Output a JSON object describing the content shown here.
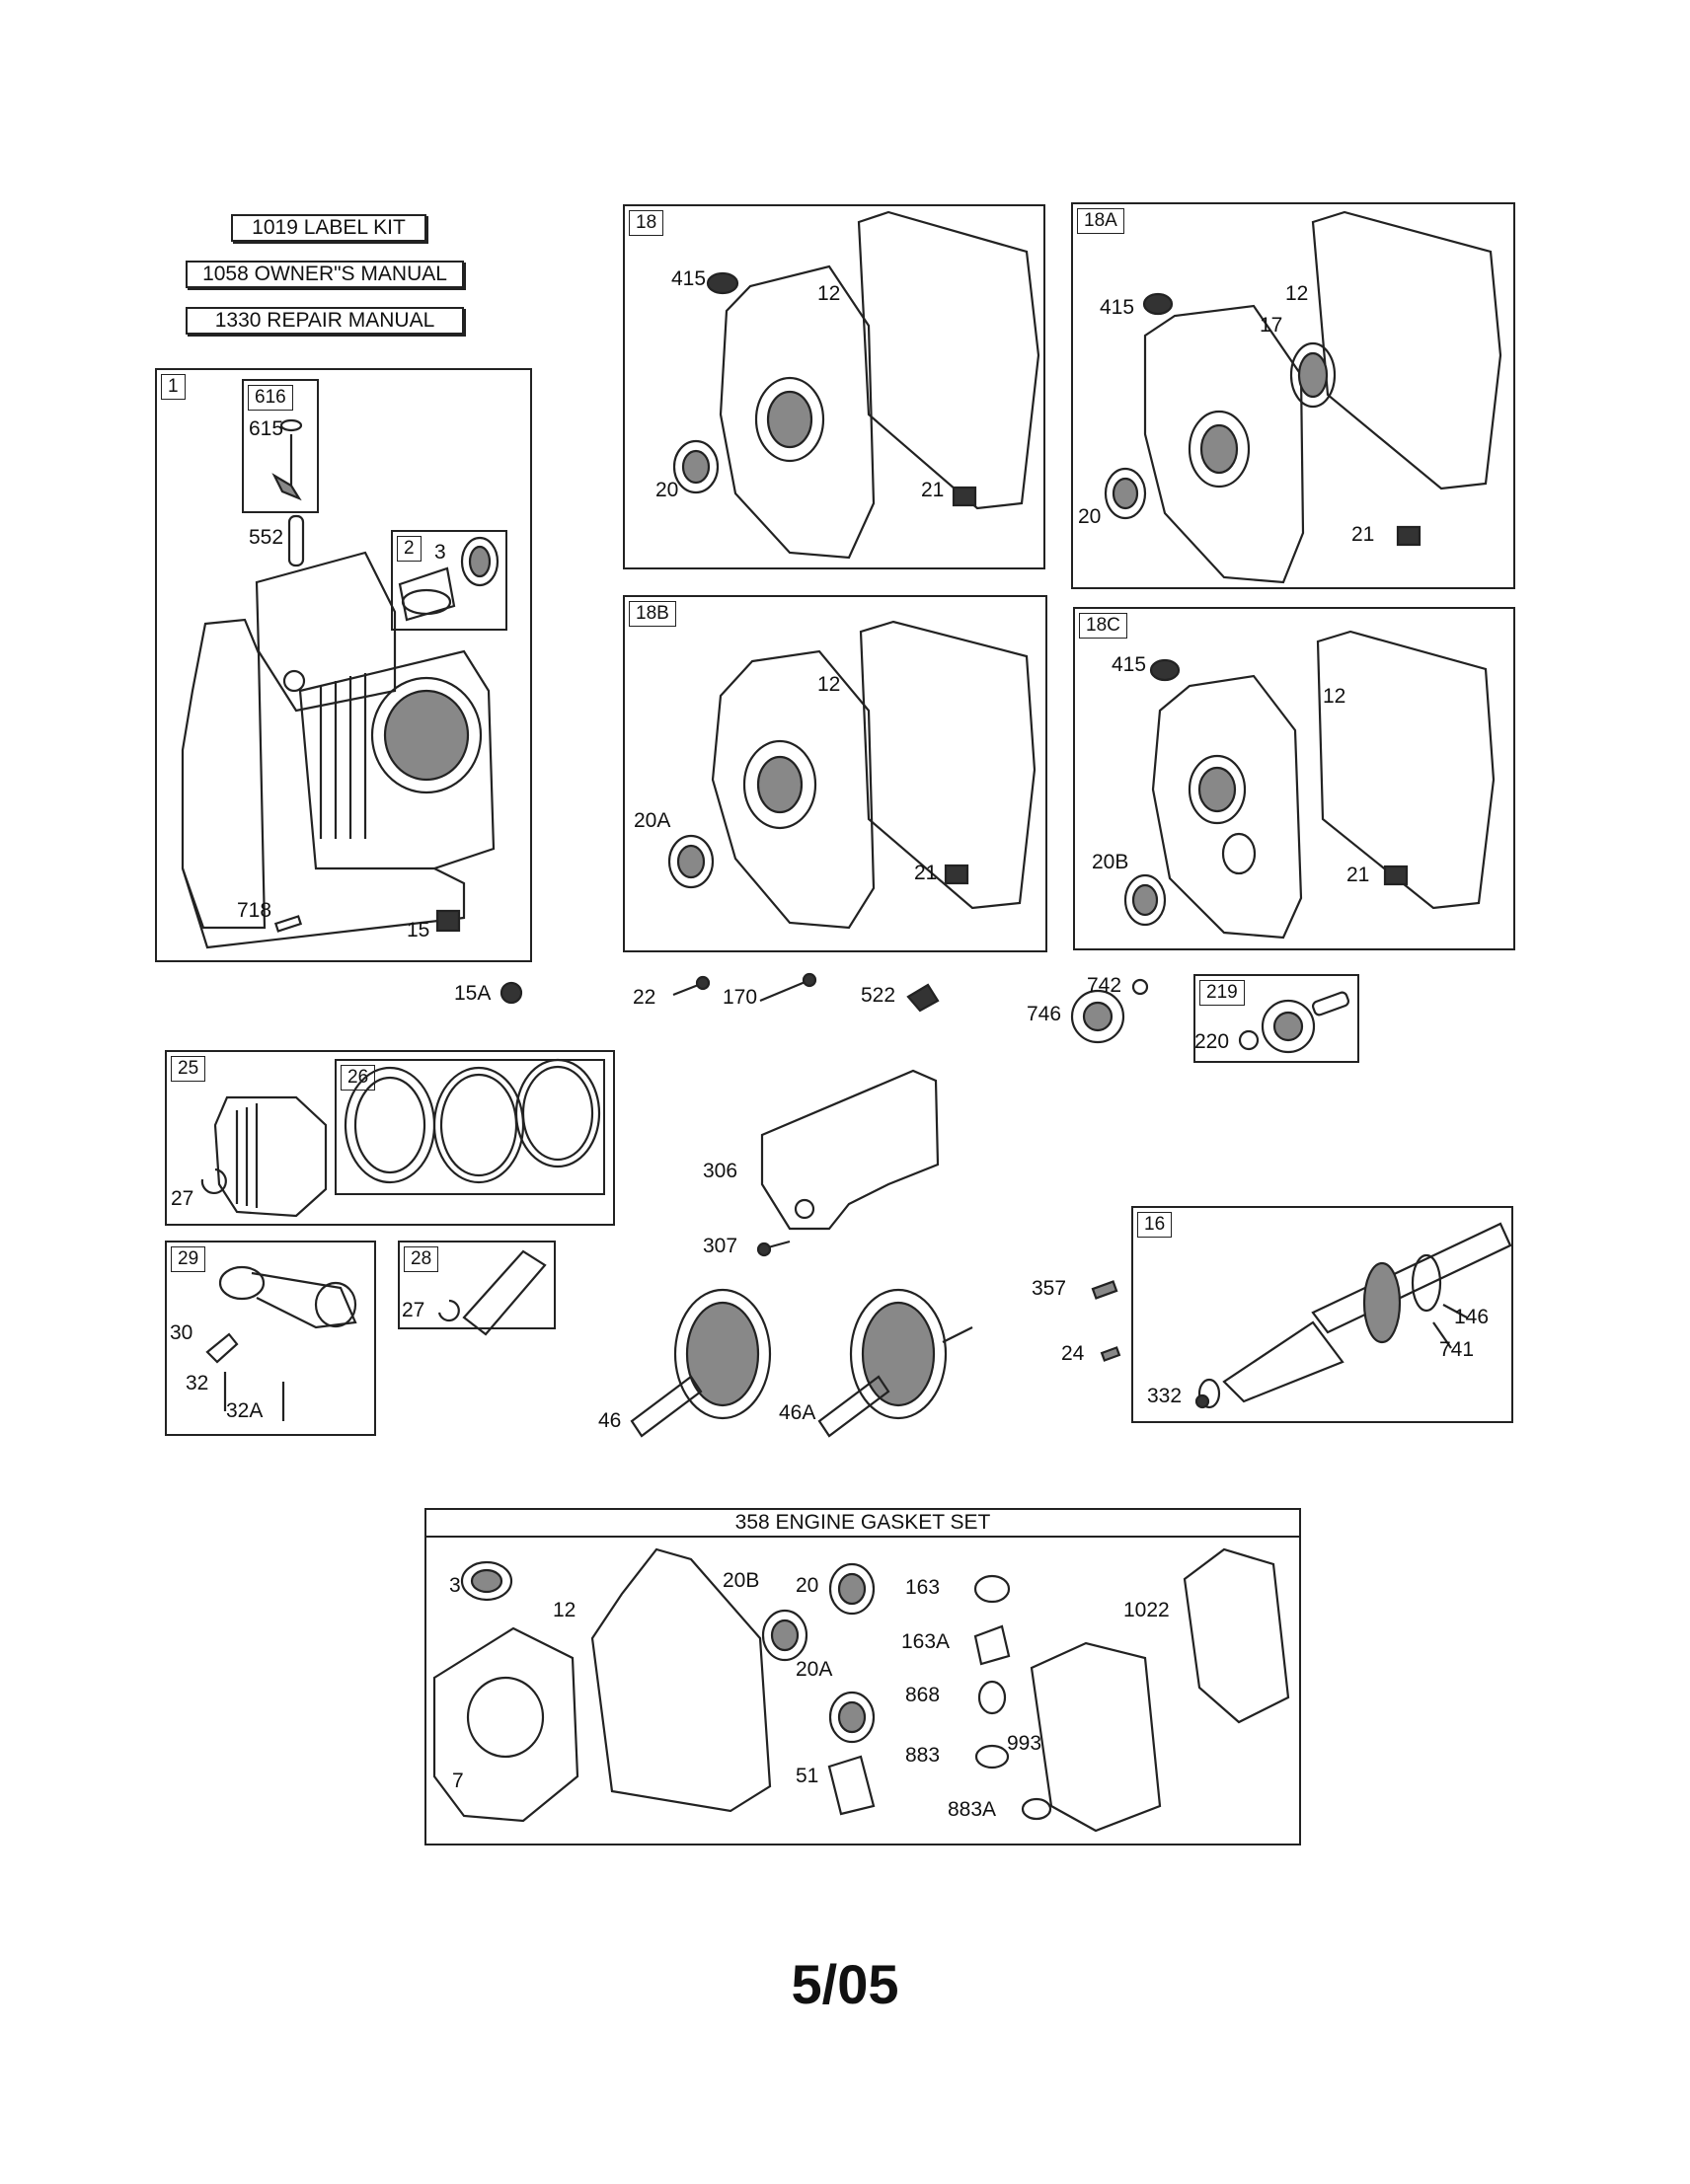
{
  "publications": [
    "1019 LABEL KIT",
    "1058 OWNER\"S MANUAL",
    "1330 REPAIR MANUAL"
  ],
  "groups": {
    "g1": "1",
    "g616": "616",
    "g2": "2",
    "g18": "18",
    "g18a": "18A",
    "g18b": "18B",
    "g18c": "18C",
    "g219": "219",
    "g25": "25",
    "g26": "26",
    "g29": "29",
    "g28": "28",
    "g16": "16"
  },
  "gasket_set_title": "358 ENGINE GASKET SET",
  "callouts": {
    "c615": "615",
    "c552": "552",
    "c3": "3",
    "c718": "718",
    "c15": "15",
    "c15a": "15A",
    "c18_415": "415",
    "c18_12": "12",
    "c18_20": "20",
    "c18_21": "21",
    "c18a_415": "415",
    "c18a_12": "12",
    "c18a_17": "17",
    "c18a_20": "20",
    "c18a_21": "21",
    "c18b_12": "12",
    "c18b_20a": "20A",
    "c18b_21": "21",
    "c18c_415": "415",
    "c18c_12": "12",
    "c18c_20b": "20B",
    "c18c_21": "21",
    "c22": "22",
    "c170": "170",
    "c522": "522",
    "c742": "742",
    "c746": "746",
    "c220": "220",
    "c27a": "27",
    "c306": "306",
    "c307": "307",
    "c30": "30",
    "c32": "32",
    "c32a": "32A",
    "c27b": "27",
    "c46": "46",
    "c46a": "46A",
    "c357": "357",
    "c24": "24",
    "c332": "332",
    "c146": "146",
    "c741": "741",
    "k3": "3",
    "k12": "12",
    "k7": "7",
    "k20b": "20B",
    "k20": "20",
    "k20a": "20A",
    "k51": "51",
    "k163": "163",
    "k163a": "163A",
    "k868": "868",
    "k883": "883",
    "k883a": "883A",
    "k993": "993",
    "k1022": "1022"
  },
  "date_code": "5/05"
}
